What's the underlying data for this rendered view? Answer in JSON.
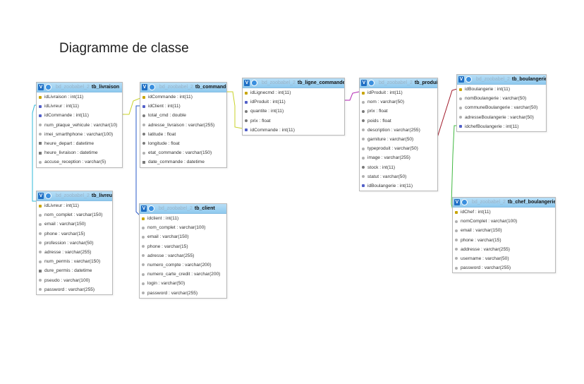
{
  "title": "Diagramme de classe",
  "colors": {
    "header": "#a9d6f5",
    "link_yellow": "#c8d22a",
    "link_purple": "#b020b0",
    "link_blue": "#2858c8",
    "link_red": "#a01828",
    "link_green": "#40b840",
    "link_cyan": "#30b8d8"
  },
  "tables": [
    {
      "id": "tb_livraison",
      "db": "bd_zoobabel_2",
      "name": "tb_livraison",
      "rows": [
        {
          "icon": "key",
          "text": "idLivraison : int(11)"
        },
        {
          "icon": "idx",
          "text": "idLivreur : int(11)"
        },
        {
          "icon": "idx",
          "text": "idCommande : int(11)"
        },
        {
          "icon": "txt",
          "text": "num_plaque_vehicule : varchar(10)"
        },
        {
          "icon": "txt",
          "text": "imei_smarthphone : varchar(100)"
        },
        {
          "icon": "dt",
          "text": "heure_depart : datetime"
        },
        {
          "icon": "dt",
          "text": "heure_livraison : datetime"
        },
        {
          "icon": "txt",
          "text": "accuse_reception : varchar(5)"
        }
      ]
    },
    {
      "id": "tb_commande",
      "db": "bd_zoobabel_2",
      "name": "tb_commande",
      "rows": [
        {
          "icon": "key",
          "text": "idCommande : int(11)"
        },
        {
          "icon": "idx",
          "text": "idClient : int(11)"
        },
        {
          "icon": "num",
          "text": "total_cmd : double"
        },
        {
          "icon": "txt",
          "text": "adresse_livraison : varchar(255)"
        },
        {
          "icon": "num",
          "text": "latitude : float"
        },
        {
          "icon": "num",
          "text": "longitude : float"
        },
        {
          "icon": "txt",
          "text": "etat_commande : varchar(150)"
        },
        {
          "icon": "dt",
          "text": "date_commande : datetime"
        }
      ]
    },
    {
      "id": "tb_ligne_commande",
      "db": "bd_zoobabel_2",
      "name": "tb_ligne_commande",
      "rows": [
        {
          "icon": "key",
          "text": "idLignecmd : int(11)"
        },
        {
          "icon": "idx",
          "text": "idProduit : int(11)"
        },
        {
          "icon": "num",
          "text": "quantite : int(11)"
        },
        {
          "icon": "num",
          "text": "prix : float"
        },
        {
          "icon": "idx",
          "text": "idCommande : int(11)"
        }
      ]
    },
    {
      "id": "tb_produit",
      "db": "bd_zoobabel_2",
      "name": "tb_produit",
      "rows": [
        {
          "icon": "key",
          "text": "idProduit : int(11)"
        },
        {
          "icon": "txt",
          "text": "nom : varchar(50)"
        },
        {
          "icon": "num",
          "text": "prix : float"
        },
        {
          "icon": "num",
          "text": "poids : float"
        },
        {
          "icon": "txt",
          "text": "description : varchar(255)"
        },
        {
          "icon": "txt",
          "text": "garniture : varchar(50)"
        },
        {
          "icon": "txt",
          "text": "typeproduit : varchar(50)"
        },
        {
          "icon": "txt",
          "text": "image : varchar(255)"
        },
        {
          "icon": "num",
          "text": "stock : int(11)"
        },
        {
          "icon": "txt",
          "text": "statut : varchar(50)"
        },
        {
          "icon": "idx",
          "text": "idBoulangerie : int(11)"
        }
      ]
    },
    {
      "id": "tb_boulangerie",
      "db": "bd_zoobabel_2",
      "name": "tb_boulangerie",
      "rows": [
        {
          "icon": "key",
          "text": "idBoulangerie : int(11)"
        },
        {
          "icon": "txt",
          "text": "nomBoulangerie : varchar(50)"
        },
        {
          "icon": "txt",
          "text": "communeBoulangerie : varchar(50)"
        },
        {
          "icon": "txt",
          "text": "adresseBoulangerie : varchar(50)"
        },
        {
          "icon": "idx",
          "text": "idchefBoulangerie : int(11)"
        }
      ]
    },
    {
      "id": "tb_livreur",
      "db": "bd_zoobabel_2",
      "name": "tb_livreur",
      "rows": [
        {
          "icon": "key",
          "text": "idLivreur : int(11)"
        },
        {
          "icon": "txt",
          "text": "nom_complet : varchar(150)"
        },
        {
          "icon": "txt",
          "text": "email : varchar(150)"
        },
        {
          "icon": "txt",
          "text": "phone : varchar(15)"
        },
        {
          "icon": "txt",
          "text": "profession : varchar(50)"
        },
        {
          "icon": "txt",
          "text": "adresse : varchar(255)"
        },
        {
          "icon": "txt",
          "text": "num_permis : varchar(150)"
        },
        {
          "icon": "dt",
          "text": "dure_permis : datetime"
        },
        {
          "icon": "txt",
          "text": "pseudo : varchar(100)"
        },
        {
          "icon": "txt",
          "text": "password : varchar(255)"
        }
      ]
    },
    {
      "id": "tb_client",
      "db": "bd_zoobabel_2",
      "name": "tb_client",
      "rows": [
        {
          "icon": "key",
          "text": "idclient : int(11)"
        },
        {
          "icon": "txt",
          "text": "nom_complet : varchar(100)"
        },
        {
          "icon": "txt",
          "text": "email : varchar(150)"
        },
        {
          "icon": "txt",
          "text": "phone : varchar(15)"
        },
        {
          "icon": "txt",
          "text": "adresse : varchar(255)"
        },
        {
          "icon": "txt",
          "text": "numero_compte : varchar(200)"
        },
        {
          "icon": "txt",
          "text": "numero_carte_credit : varchar(200)"
        },
        {
          "icon": "txt",
          "text": "login : varchar(50)"
        },
        {
          "icon": "txt",
          "text": "password : varchar(255)"
        }
      ]
    },
    {
      "id": "tb_chef_boulangerie",
      "db": "bd_zoobabel_2",
      "name": "tb_chef_boulangerie",
      "rows": [
        {
          "icon": "key",
          "text": "idChef : int(11)"
        },
        {
          "icon": "txt",
          "text": "nomComplet : varchar(100)"
        },
        {
          "icon": "txt",
          "text": "email : varchar(150)"
        },
        {
          "icon": "txt",
          "text": "phone : varchar(15)"
        },
        {
          "icon": "txt",
          "text": "addresse : varchar(255)"
        },
        {
          "icon": "txt",
          "text": "username : varchar(50)"
        },
        {
          "icon": "txt",
          "text": "password : varchar(255)"
        }
      ]
    }
  ]
}
